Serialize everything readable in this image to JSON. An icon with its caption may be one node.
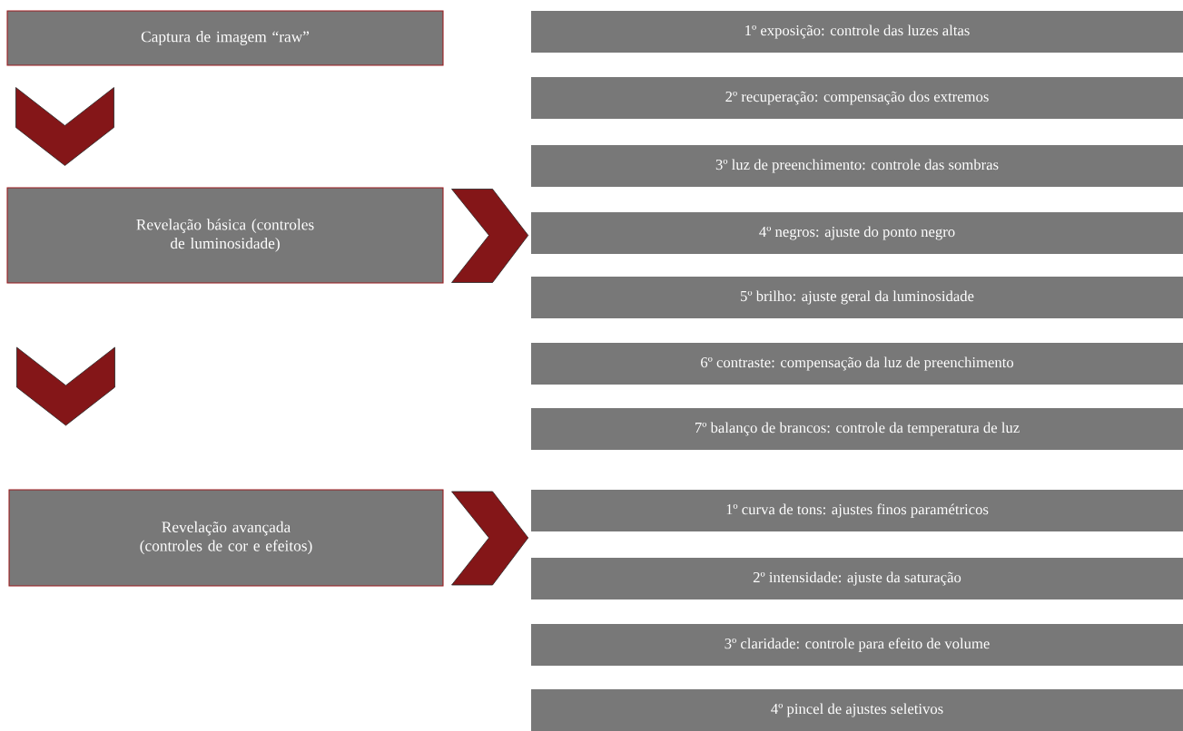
{
  "diagram": {
    "nodes": [
      {
        "text": [
          "Captura de imagem “raw”"
        ]
      },
      {
        "text": [
          "Revelação básica (controles de luminosidade)"
        ]
      },
      {
        "text": [
          "Revelação avançada (controles de cor e efeitos)"
        ]
      },
      {
        "text": [
          "1º exposição: controle das luzes altas"
        ]
      },
      {
        "text": [
          "2º recuperação: compensação dos extremos"
        ]
      },
      {
        "text": [
          "3º luz de preenchimento: controle das sombras"
        ]
      },
      {
        "text": [
          "4º negros: ajuste do ponto negro"
        ]
      },
      {
        "text": [
          "5º brilho: ajuste geral da luminosidade"
        ]
      },
      {
        "text": [
          "6º contraste: compensação da luz de preenchimento"
        ]
      },
      {
        "text": [
          "7º balanço de brancos: controle da temperatura de luz"
        ]
      },
      {
        "text": [
          "1º curva de tons: ajustes finos paramétricos"
        ]
      },
      {
        "text": [
          "2º intensidade: ajuste da saturação"
        ]
      },
      {
        "text": [
          "3º claridade: controle para efeito de volume"
        ]
      },
      {
        "text": [
          "4º pincel de ajustes seletivos"
        ]
      }
    ],
    "edges": [
      {
        "from": 0,
        "to": 1,
        "arrow": "to"
      },
      {
        "from": 1,
        "to": 2,
        "arrow": "to"
      },
      {
        "from": 1,
        "to": 6,
        "arrow": "to"
      },
      {
        "from": 2,
        "to": 10,
        "arrow": "to"
      }
    ]
  }
}
